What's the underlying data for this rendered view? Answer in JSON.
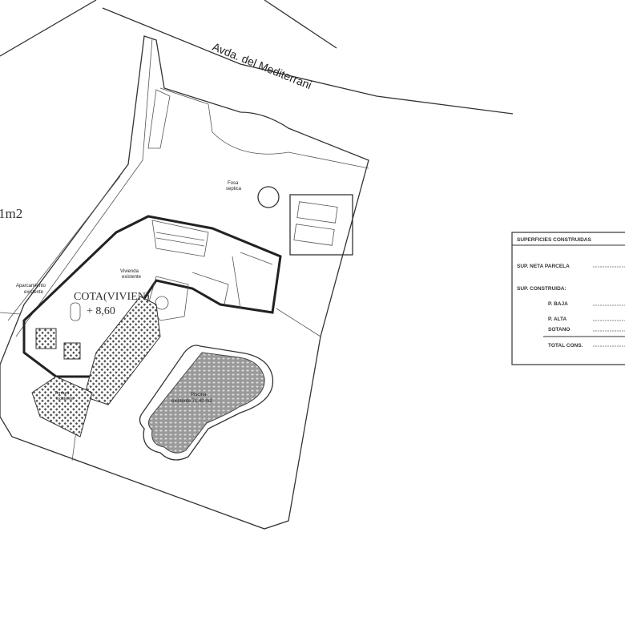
{
  "plan": {
    "street_label": "Avda. del Mediterrani",
    "area_fragment": "1m2",
    "septic_label_1": "Fosa",
    "septic_label_2": "septica",
    "house_label_1": "Vivienda",
    "house_label_2": "existente",
    "parking_label_1": "Aparcamiento",
    "parking_label_2": "existente",
    "elevation_label": "COTA(VIVIEN)",
    "elevation_value": "+ 8,60",
    "pool_label_1": "Piscina",
    "pool_label_2": "existente 71,40 m2",
    "terrace_label_1": "Terraza",
    "terrace_label_2": "existente"
  },
  "table": {
    "title": "SUPERFICIES CONSTRUIDAS",
    "rows": [
      "SUP. NETA PARCELA",
      "SUP. CONSTRUIDA:",
      "P. BAJA",
      "P. ALTA",
      "SOTANO",
      "TOTAL CONS."
    ]
  }
}
